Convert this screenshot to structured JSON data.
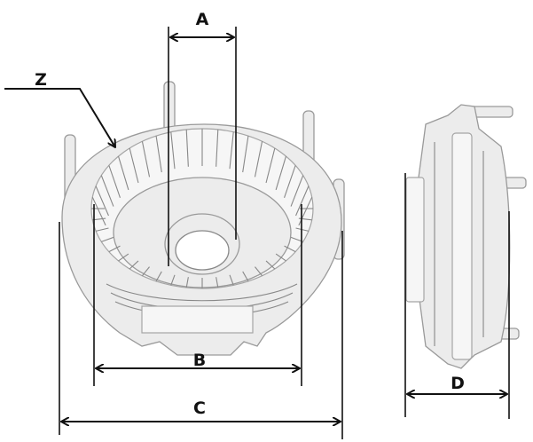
{
  "diagram": {
    "dimension_labels": {
      "a": "A",
      "b": "B",
      "c": "C",
      "d": "D",
      "z": "Z"
    },
    "colors": {
      "line": "#111111",
      "part_fill": "#ececec",
      "part_stroke": "#9a9a9a"
    }
  }
}
